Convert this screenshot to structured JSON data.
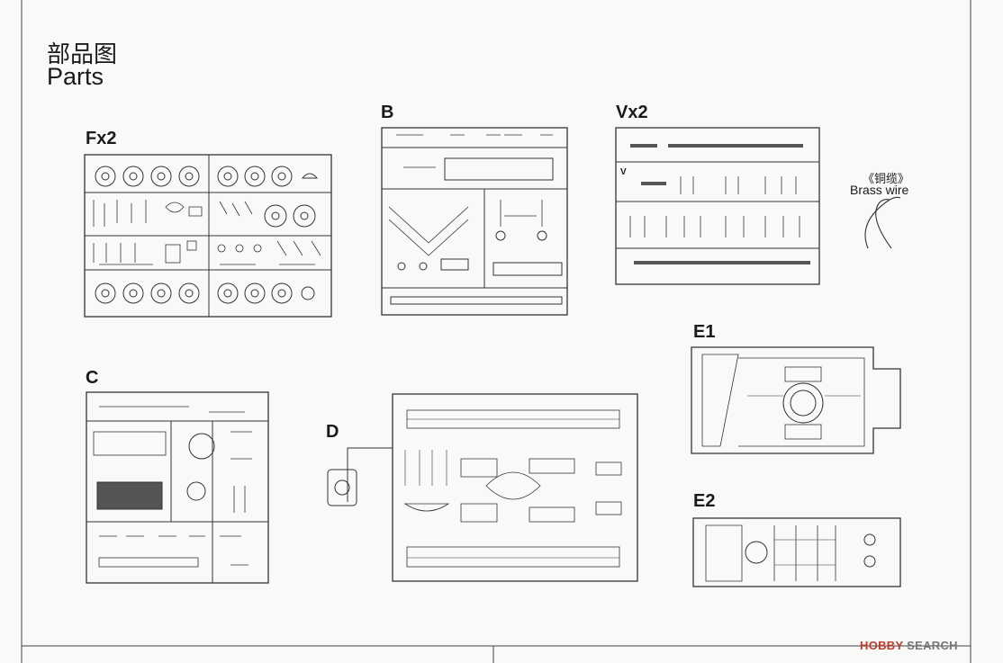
{
  "heading": {
    "cn": "部品图",
    "en": "Parts"
  },
  "sprues": {
    "f": {
      "label": "Fx2"
    },
    "b": {
      "label": "B"
    },
    "v": {
      "label": "Vx2",
      "tag": "V"
    },
    "c": {
      "label": "C"
    },
    "d": {
      "label": "D"
    },
    "e1": {
      "label": "E1"
    },
    "e2": {
      "label": "E2"
    }
  },
  "brass_wire": {
    "cn": "《铜缆》",
    "en": "Brass wire"
  },
  "watermark": {
    "brand": "HOBBY",
    "search": "SEARCH"
  }
}
